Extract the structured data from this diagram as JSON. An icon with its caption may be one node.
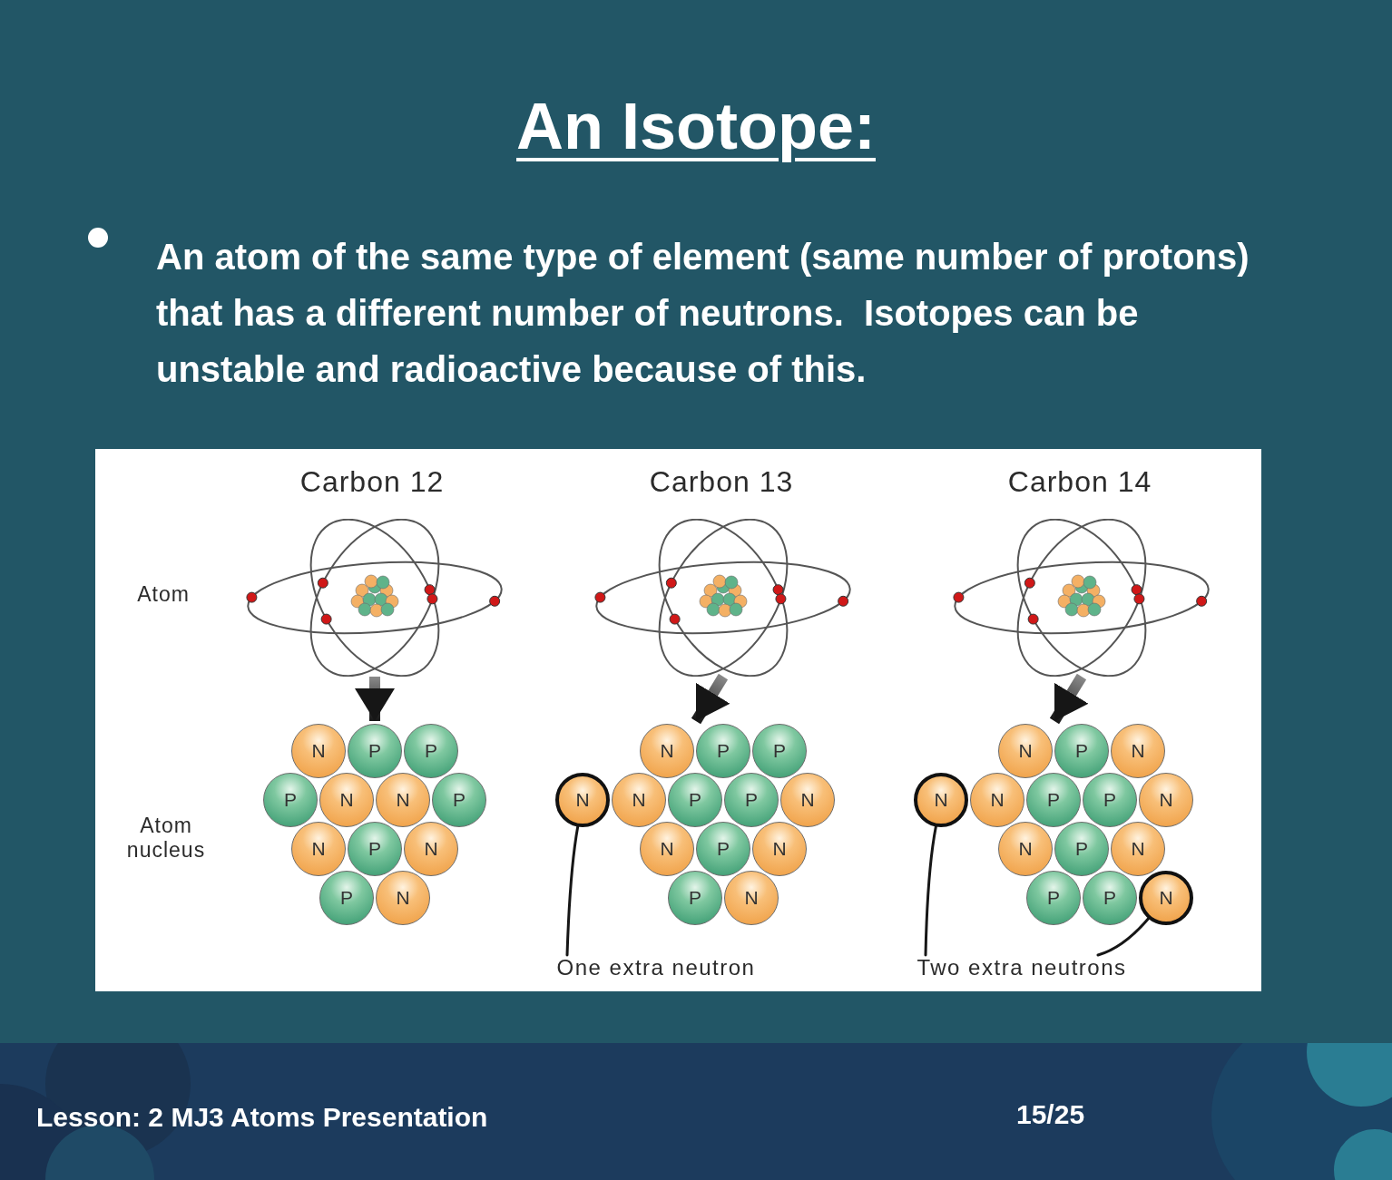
{
  "diagram": {
    "title": "An Isotope:",
    "nodes": [
      {
        "text": [],
        "shape": "picture"
      },
      {
        "text": [],
        "shape": "picture"
      },
      {
        "text": [
          "N"
        ],
        "in": 1
      },
      {
        "text": [
          "P"
        ],
        "in": 1
      },
      {
        "text": [
          "P"
        ],
        "in": 1
      },
      {
        "text": [
          "P"
        ],
        "in": 1
      },
      {
        "text": [
          "N"
        ],
        "in": 1
      },
      {
        "text": [
          "N"
        ],
        "in": 1
      },
      {
        "text": [
          "P"
        ],
        "in": 1
      },
      {
        "text": [
          "N"
        ],
        "in": 1
      },
      {
        "text": [
          "P"
        ],
        "in": 1
      },
      {
        "text": [
          "N"
        ],
        "in": 1
      },
      {
        "text": [
          "P"
        ],
        "in": 1
      },
      {
        "text": [
          "N"
        ],
        "in": 1
      },
      {
        "text": [],
        "shape": "picture"
      },
      {
        "text": [],
        "shape": "picture"
      },
      {
        "text": [
          "N"
        ],
        "in": 15
      },
      {
        "text": [
          "P"
        ],
        "in": 15
      },
      {
        "text": [
          "P"
        ],
        "in": 15
      },
      {
        "text": [
          "N"
        ],
        "in": 15
      },
      {
        "text": [
          "N"
        ],
        "in": 15
      },
      {
        "text": [
          "P"
        ],
        "in": 15
      },
      {
        "text": [
          "P"
        ],
        "in": 15
      },
      {
        "text": [
          "N"
        ],
        "in": 15
      },
      {
        "text": [
          "N"
        ],
        "in": 15
      },
      {
        "text": [
          "P"
        ],
        "in": 15
      },
      {
        "text": [
          "N"
        ],
        "in": 15
      },
      {
        "text": [
          "P"
        ],
        "in": 15
      },
      {
        "text": [
          "N"
        ],
        "in": 15
      },
      {
        "text": [],
        "shape": "picture"
      },
      {
        "text": [],
        "shape": "picture"
      },
      {
        "text": [
          "N"
        ],
        "in": 30
      },
      {
        "text": [
          "P"
        ],
        "in": 30
      },
      {
        "text": [
          "N"
        ],
        "in": 30
      },
      {
        "text": [
          "N"
        ],
        "in": 30
      },
      {
        "text": [
          "N"
        ],
        "in": 30
      },
      {
        "text": [
          "P"
        ],
        "in": 30
      },
      {
        "text": [
          "P"
        ],
        "in": 30
      },
      {
        "text": [
          "N"
        ],
        "in": 30
      },
      {
        "text": [
          "N"
        ],
        "in": 30
      },
      {
        "text": [
          "P"
        ],
        "in": 30
      },
      {
        "text": [
          "N"
        ],
        "in": 30
      },
      {
        "text": [
          "P"
        ],
        "in": 30
      },
      {
        "text": [
          "P"
        ],
        "in": 30
      },
      {
        "text": [
          "N"
        ],
        "in": 30
      },
      {
        "text": [
          "One extra neutron"
        ]
      },
      {
        "text": [
          "Two extra neutrons"
        ]
      }
    ],
    "edges": [
      {
        "from": 0,
        "to": 1,
        "arrow": "to",
        "style": "thick"
      },
      {
        "from": 14,
        "to": 15,
        "arrow": "to",
        "style": "thick"
      },
      {
        "from": 29,
        "to": 30,
        "arrow": "to",
        "style": "thick"
      },
      {
        "from": 45,
        "to": 19,
        "arrow": "none"
      },
      {
        "from": 46,
        "to": 34,
        "arrow": "none"
      },
      {
        "from": 46,
        "to": 44,
        "arrow": "none"
      }
    ],
    "labels": [
      "An atom of the same type of element (same number of protons) that has a **different number of neutrons.**  Isotopes can be unstable and radioactive because of this.",
      "Carbon 12",
      "Carbon 13",
      "Carbon 14",
      "Atom",
      "Atom nucleus",
      "**Lesson:** 2 MJ3 Atoms Presentation",
      "15/25"
    ]
  }
}
